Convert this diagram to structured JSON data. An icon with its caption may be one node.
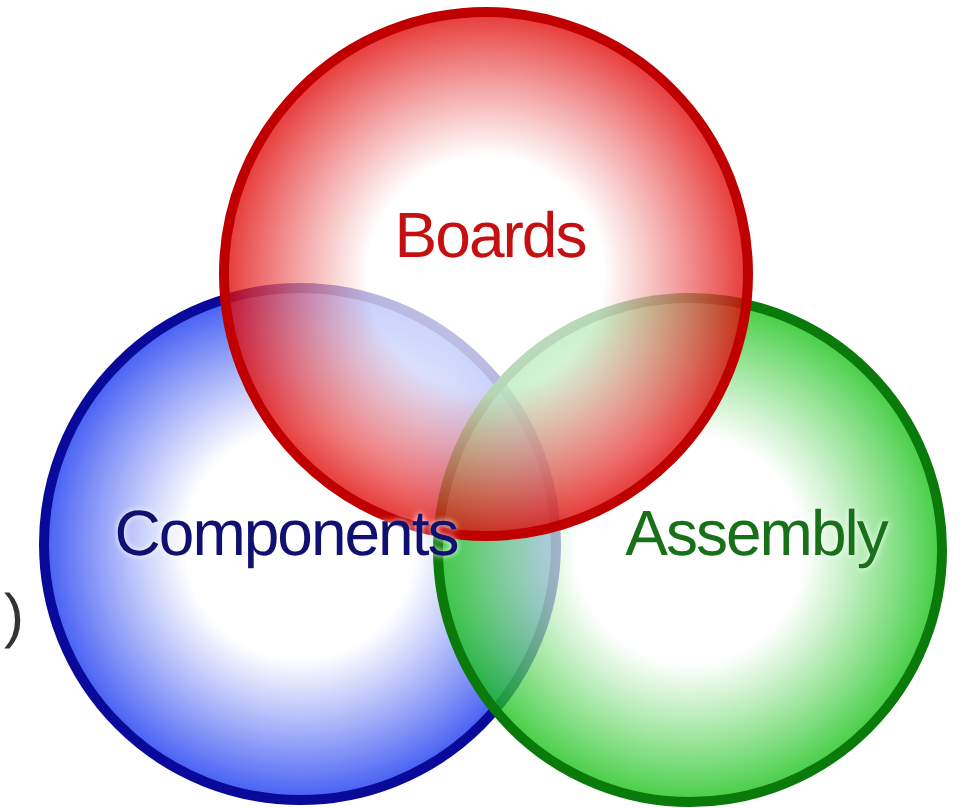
{
  "diagram": {
    "nodes": [
      {
        "text": [
          "Boards"
        ]
      },
      {
        "text": [
          "Components"
        ]
      },
      {
        "text": [
          "Assembly"
        ]
      }
    ],
    "labels": [
      ")"
    ]
  }
}
